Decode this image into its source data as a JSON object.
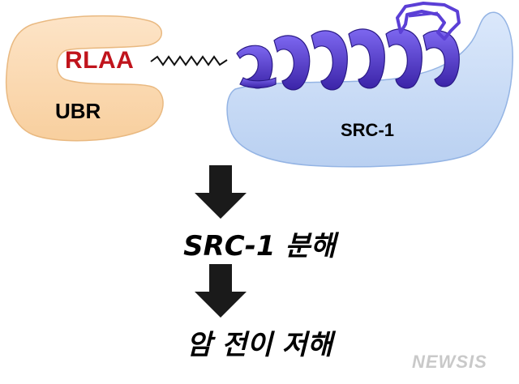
{
  "ubr": {
    "label": "UBR",
    "motif": "RLAA"
  },
  "src1": {
    "label": "SRC-1"
  },
  "steps": [
    {
      "text": "SRC-1 분해"
    },
    {
      "text": "암 전이 저해"
    }
  ],
  "watermark": "NEWSIS",
  "colors": {
    "ubr_fill": "#fbd9b3",
    "motif_text": "#c0141c",
    "src1_fill": "#c9dcf5",
    "helix": "#5b3fd6",
    "arrow": "#1a1a1a"
  }
}
